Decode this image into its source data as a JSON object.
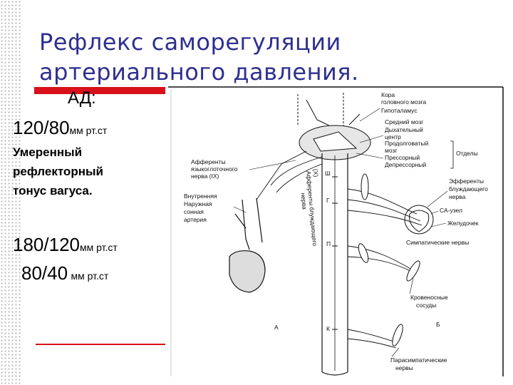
{
  "slide": {
    "title_line1": "Рефлекс саморегуляции",
    "title_line2": "артериального давления.",
    "ad_label": "АД:",
    "bp_normal_value": "120/80",
    "bp_normal_unit": "мм рт.ст",
    "vagus_line1": "Умеренный",
    "vagus_line2": "рефлекторный",
    "vagus_line3": "тонус вагуса.",
    "bp_high_value": "180/120",
    "bp_high_unit": "мм рт.ст",
    "bp_low_value": "80/40",
    "bp_low_unit": "мм рт.ст"
  },
  "diagram": {
    "cortex": "Кора",
    "cortex2": "головного мозга",
    "hypothalamus": "Гипоталамус",
    "midbrain": "Средний мозг",
    "resp1": "Дыхательный",
    "resp2": "центр",
    "medulla1": "Продолговатый",
    "medulla2": "мозг",
    "pressor": "Прессорный",
    "depressor": "Депрессорный",
    "sections": "Отделы",
    "aff_glosso1": "Афференты",
    "aff_glosso2": "языкоглоточного",
    "aff_glosso3": "нерва (IX)",
    "internal": "Внутренняя",
    "external": "Наружная",
    "carotid1": "сонная",
    "carotid2": "артерия",
    "aff_vagus": "Афференты блуждающего",
    "aff_vagus2": "нерва",
    "aff_vagus_num": "(X)",
    "eff_vagus1": "Эфференты",
    "eff_vagus2": "блуждающего",
    "eff_vagus3": "нерва",
    "sa_node": "СА-узел",
    "ventricle": "Желудочек",
    "symp": "Симпатические нервы",
    "vessels1": "Кровеносные",
    "vessels2": "сосуды",
    "parasymp1": "Парасимпатические",
    "parasymp2": "нервы",
    "seg_sh": "Ш",
    "seg_g": "Г",
    "seg_p": "П",
    "seg_k": "К",
    "label_a": "А",
    "label_b": "Б"
  }
}
